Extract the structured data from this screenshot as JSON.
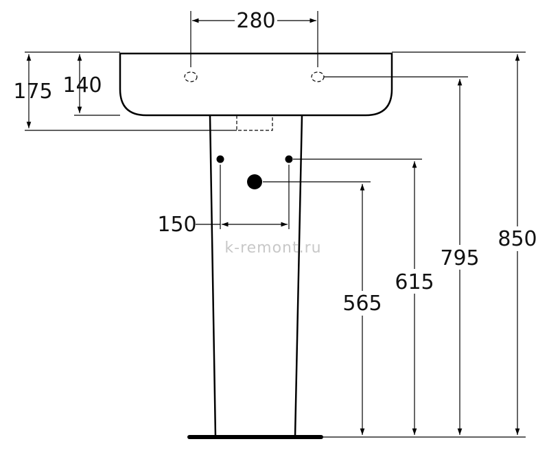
{
  "dimensions": {
    "tap_hole_spacing": "280",
    "basin_height_outer": "175",
    "basin_height_inner": "140",
    "supply_spacing": "150",
    "height_total": "850",
    "height_tap_holes": "795",
    "height_supply": "615",
    "height_waste": "565"
  },
  "watermark": "k-remont.ru",
  "colors": {
    "ink": "#000000",
    "background": "#ffffff",
    "watermark": "#c8c8c8"
  }
}
